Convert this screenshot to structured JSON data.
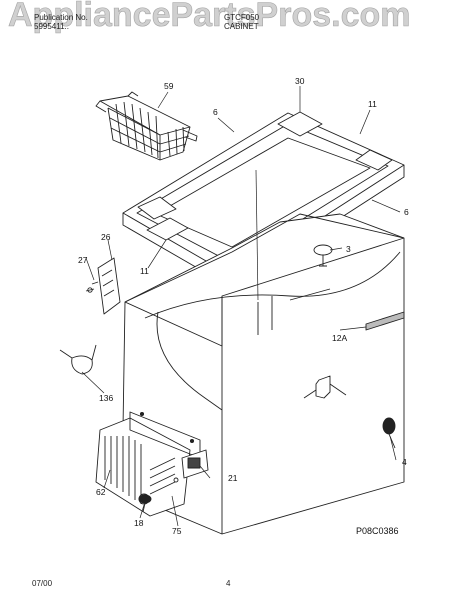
{
  "watermark": "AppliancePartsPros.com",
  "header": {
    "publication_label": "Publication No.",
    "publication_number": "5995411..",
    "model": "GTCF050",
    "section": "CABINET"
  },
  "diagram_code": "P08C0386",
  "footer": {
    "date": "07/00",
    "page": "4"
  },
  "callouts": {
    "c59": "59",
    "c30": "30",
    "c11a": "11",
    "c6a": "6",
    "c6b": "6",
    "c26": "26",
    "c27": "27",
    "c11b": "11",
    "c3": "3",
    "c12a": "12A",
    "c136": "136",
    "c4": "4",
    "c62": "62",
    "c21": "21",
    "c18": "18",
    "c75": "75"
  }
}
